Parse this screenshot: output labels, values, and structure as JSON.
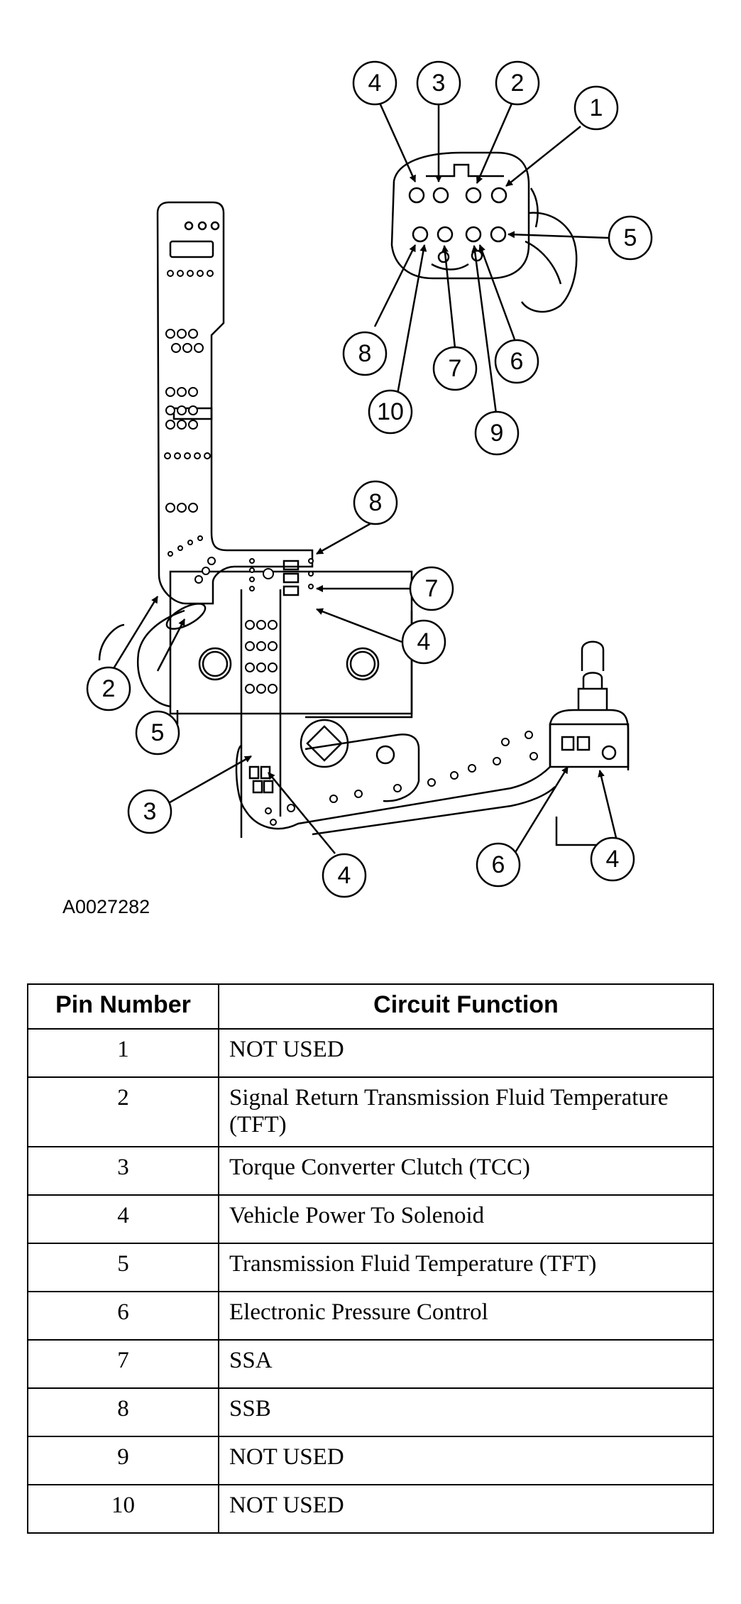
{
  "figure": {
    "id": "A0027282",
    "connector_callouts": [
      "4",
      "3",
      "2",
      "1",
      "5",
      "8",
      "7",
      "6",
      "10",
      "9"
    ],
    "harness_callouts": [
      "8",
      "7",
      "4",
      "2",
      "5",
      "3",
      "4",
      "6",
      "4"
    ]
  },
  "table": {
    "headers": {
      "pin": "Pin Number",
      "function": "Circuit Function"
    },
    "rows": [
      {
        "pin": "1",
        "function": "NOT USED"
      },
      {
        "pin": "2",
        "function": "Signal Return Transmission Fluid Temperature (TFT)"
      },
      {
        "pin": "3",
        "function": "Torque Converter Clutch (TCC)"
      },
      {
        "pin": "4",
        "function": "Vehicle Power To Solenoid"
      },
      {
        "pin": "5",
        "function": "Transmission Fluid Temperature (TFT)"
      },
      {
        "pin": "6",
        "function": "Electronic Pressure Control"
      },
      {
        "pin": "7",
        "function": "SSA"
      },
      {
        "pin": "8",
        "function": "SSB"
      },
      {
        "pin": "9",
        "function": "NOT USED"
      },
      {
        "pin": "10",
        "function": "NOT USED"
      }
    ]
  }
}
